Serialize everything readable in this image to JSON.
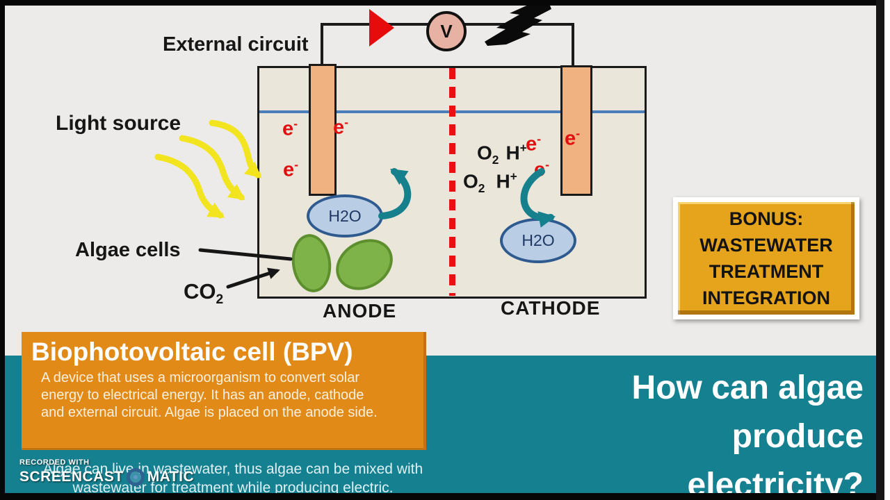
{
  "diagram": {
    "external_circuit_label": "External circuit",
    "light_source_label": "Light source",
    "algae_cells_label": "Algae cells",
    "anode_label": "ANODE",
    "cathode_label": "CATHODE",
    "voltmeter_label": "V",
    "water_label": "H2O"
  },
  "formulas": {
    "e_base": "e",
    "e_sup": "-",
    "o2_base": "O",
    "o2_sub": "2",
    "h_base": "H",
    "h_sup": "+",
    "co2_base": "CO",
    "co2_sub": "2"
  },
  "bonus_box": {
    "lines": [
      "BONUS:",
      "WASTEWATER",
      "TREATMENT",
      "INTEGRATION"
    ]
  },
  "bpv_box": {
    "title": "Biophotovoltaic cell (BPV)",
    "body_lines": [
      "A device that uses a microorganism to convert solar",
      "energy to electrical energy. It has an anode, cathode",
      "and external circuit. Algae is placed on the anode side."
    ]
  },
  "question": {
    "lines": [
      "How can algae",
      "produce",
      "electricity?"
    ]
  },
  "note": {
    "lines": [
      "Algae can live in wastewater, thus algae can be mixed with",
      "wastewater for treatment while producing electric."
    ]
  },
  "watermark": {
    "recorded_with": "RECORDED WITH",
    "brand_left": "SCREENCAST",
    "brand_right": "MATIC"
  },
  "colors": {
    "teal_band": "#15808F",
    "bpv_orange": "#E28A18",
    "bonus_gold": "#E6A41C",
    "electrode": "#F0B281",
    "water_line": "#4A7EBB",
    "electron_red": "#E01010",
    "algae_green": "#7DB348",
    "h2o_fill": "#B9CDE4",
    "teal_arrow": "#17808D",
    "light_yellow": "#F2E41E"
  }
}
